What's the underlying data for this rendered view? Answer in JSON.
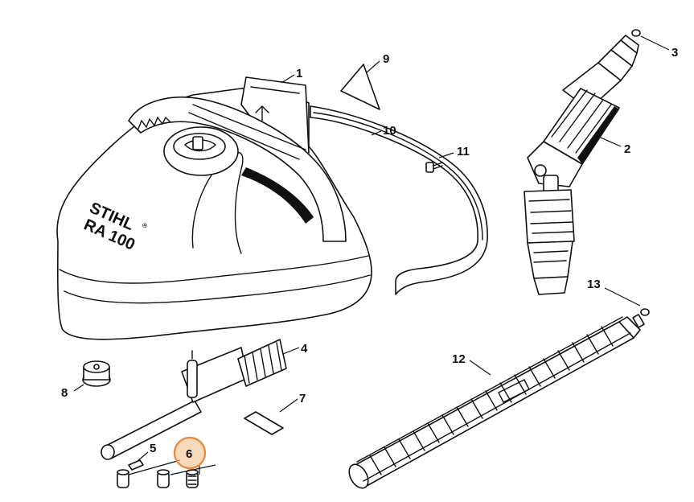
{
  "brand": {
    "logo_line1": "STIHL",
    "logo_line2": "RA 100",
    "registered_mark": "®"
  },
  "parts": [
    {
      "number": "1"
    },
    {
      "number": "2"
    },
    {
      "number": "3"
    },
    {
      "number": "4"
    },
    {
      "number": "5"
    },
    {
      "number": "6"
    },
    {
      "number": "7"
    },
    {
      "number": "8"
    },
    {
      "number": "9"
    },
    {
      "number": "10"
    },
    {
      "number": "11"
    },
    {
      "number": "12"
    },
    {
      "number": "13"
    }
  ],
  "highlighted_part": "6",
  "colors": {
    "line": "#111111",
    "background": "#ffffff",
    "highlight_fill": "#f6c49a",
    "highlight_stroke": "#e8873a"
  }
}
